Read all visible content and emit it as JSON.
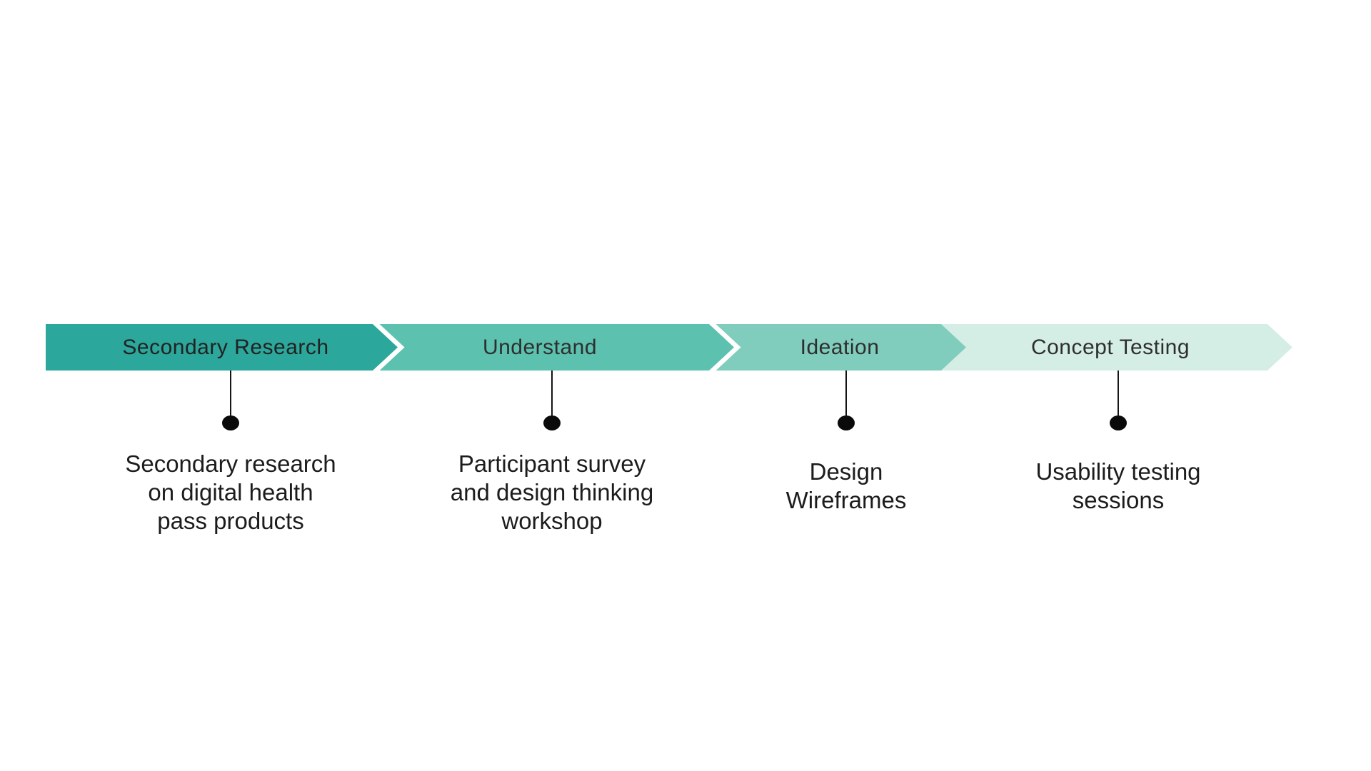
{
  "diagram": {
    "type": "process-timeline",
    "stages": [
      {
        "label": "Secondary Research",
        "description": "Secondary research\non digital health\npass products",
        "color": "#2BA79B"
      },
      {
        "label": "Understand",
        "description": "Participant survey\nand design thinking\nworkshop",
        "color": "#5CC1AE"
      },
      {
        "label": "Ideation",
        "description": "Design\nWireframes",
        "color": "#80CDBD"
      },
      {
        "label": "Concept Testing",
        "description": "Usability testing\nsessions",
        "color": "#D5EEE5"
      }
    ],
    "colors": {
      "separator": "#FFFFFF",
      "connector": "#141414",
      "marker_dot": "#0A0A0A",
      "stage_label_text": "#2E2E2E",
      "description_text": "#1C1C1C",
      "background": "#FFFFFF"
    }
  }
}
